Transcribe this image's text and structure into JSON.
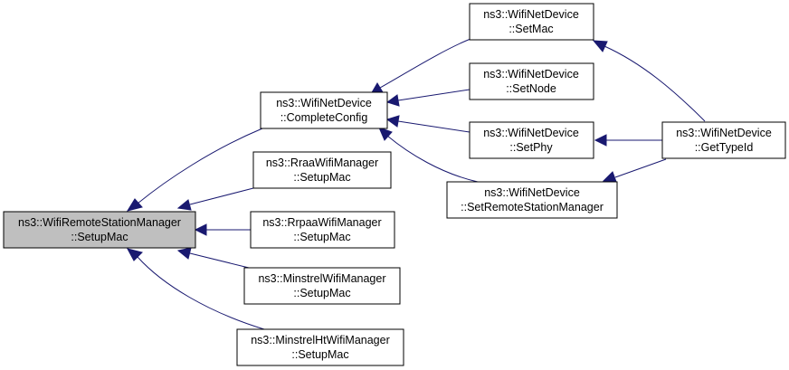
{
  "nodes": {
    "wrsm": {
      "line1": "ns3::WifiRemoteStationManager",
      "line2": "::SetupMac"
    },
    "complete": {
      "line1": "ns3::WifiNetDevice",
      "line2": "::CompleteConfig"
    },
    "rraa": {
      "line1": "ns3::RraaWifiManager",
      "line2": "::SetupMac"
    },
    "rrpaa": {
      "line1": "ns3::RrpaaWifiManager",
      "line2": "::SetupMac"
    },
    "minstrel": {
      "line1": "ns3::MinstrelWifiManager",
      "line2": "::SetupMac"
    },
    "minstrelht": {
      "line1": "ns3::MinstrelHtWifiManager",
      "line2": "::SetupMac"
    },
    "setmac": {
      "line1": "ns3::WifiNetDevice",
      "line2": "::SetMac"
    },
    "setnode": {
      "line1": "ns3::WifiNetDevice",
      "line2": "::SetNode"
    },
    "setphy": {
      "line1": "ns3::WifiNetDevice",
      "line2": "::SetPhy"
    },
    "setrsm": {
      "line1": "ns3::WifiNetDevice",
      "line2": "::SetRemoteStationManager"
    },
    "gettypeid": {
      "line1": "ns3::WifiNetDevice",
      "line2": "::GetTypeId"
    }
  },
  "edges": [
    {
      "from": "complete",
      "to": "wrsm"
    },
    {
      "from": "rraa",
      "to": "wrsm"
    },
    {
      "from": "rrpaa",
      "to": "wrsm"
    },
    {
      "from": "minstrel",
      "to": "wrsm"
    },
    {
      "from": "minstrelht",
      "to": "wrsm"
    },
    {
      "from": "setmac",
      "to": "complete"
    },
    {
      "from": "setnode",
      "to": "complete"
    },
    {
      "from": "setphy",
      "to": "complete"
    },
    {
      "from": "setrsm",
      "to": "complete"
    },
    {
      "from": "gettypeid",
      "to": "setmac"
    },
    {
      "from": "gettypeid",
      "to": "setphy"
    },
    {
      "from": "gettypeid",
      "to": "setrsm"
    }
  ]
}
